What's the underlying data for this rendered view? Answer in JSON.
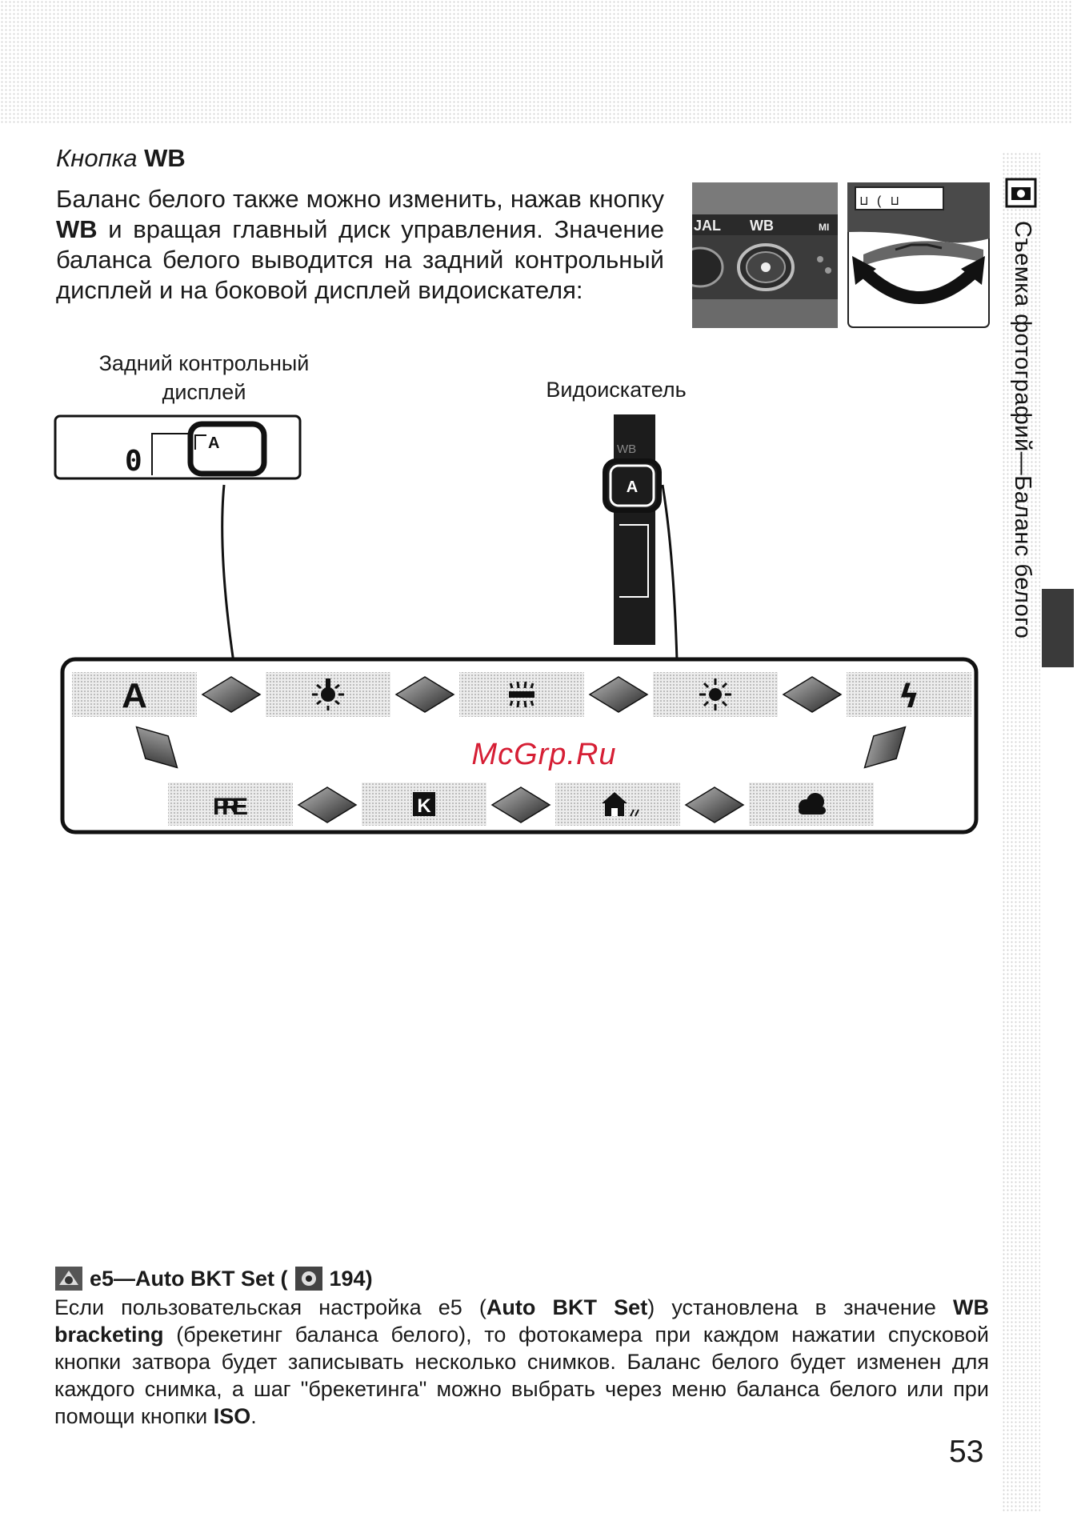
{
  "side_tab": {
    "text": "Съемка фотографий—Баланс белого"
  },
  "heading": {
    "prefix": "Кнопка",
    "strong": "WB"
  },
  "intro": {
    "t1": "Баланс белого также можно изменить, нажав кнопку ",
    "b1": "WB",
    "t2": " и вращая главный диск управления. Значение баланса белого выводится на задний контрольный дисплей и на боковой дисплей видоискателя:"
  },
  "photo_button": {
    "labels": [
      "JAL",
      "WB",
      "MI"
    ]
  },
  "captions": {
    "rear_line1": "Задний контрольный",
    "rear_line2": "дисплей",
    "viewfinder": "Видоискатель"
  },
  "rear_display": {
    "digit": "0",
    "mode": "A"
  },
  "viewfinder_display": {
    "label": "WB",
    "mode": "A"
  },
  "cycle": {
    "top_row": [
      {
        "kind": "text",
        "label": "A"
      },
      {
        "kind": "icon",
        "icon": "incandescent-icon"
      },
      {
        "kind": "icon",
        "icon": "fluorescent-icon"
      },
      {
        "kind": "icon",
        "icon": "direct-sunlight-icon"
      },
      {
        "kind": "icon",
        "icon": "flash-icon",
        "label": "ϟ"
      }
    ],
    "bottom_row": [
      {
        "kind": "text",
        "label": "PRE"
      },
      {
        "kind": "text",
        "label": "K"
      },
      {
        "kind": "icon",
        "icon": "shade-icon"
      },
      {
        "kind": "icon",
        "icon": "cloudy-icon"
      }
    ]
  },
  "watermark": "McGrp.Ru",
  "note": {
    "title": "e5—Auto BKT Set (",
    "page_ref": "194)",
    "t1": "Если пользовательская настройка e5 (",
    "b1": "Auto BKT Set",
    "t2": ") установлена в значение ",
    "b2": "WB bracketing",
    "t3": " (брекетинг баланса белого), то фотокамера при каждом нажатии спусковой кнопки затвора будет записывать несколько снимков. Баланс белого будет изменен для каждого снимка, а шаг \"брекетинга\" можно выбрать через меню баланса белого или при помощи кнопки ",
    "b3": "ISO",
    "t4": "."
  },
  "page_number": "53"
}
